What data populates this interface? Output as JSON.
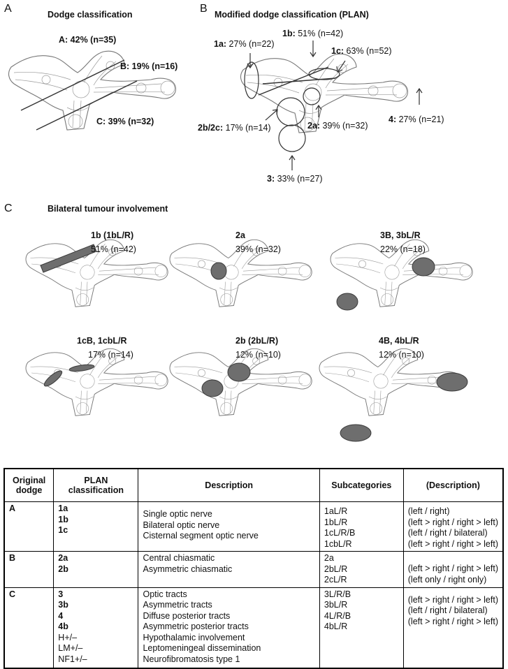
{
  "panelA": {
    "letter": "A",
    "title": "Dodge classification",
    "labels": {
      "a": "A: 42% (n=35)",
      "b": "B: 19% (n=16)",
      "c": "C: 39% (n=32)"
    }
  },
  "panelB": {
    "letter": "B",
    "title": "Modified dodge classification (PLAN)",
    "labels": [
      {
        "code": "1a:",
        "value": " 27% (n=22)"
      },
      {
        "code": "1b:",
        "value": " 51% (n=42)"
      },
      {
        "code": "1c:",
        "value": " 63% (n=52)"
      },
      {
        "code": "2b/2c:",
        "value": " 17% (n=14)"
      },
      {
        "code": "2a:",
        "value": " 39% (n=32)"
      },
      {
        "code": "4:",
        "value": " 27% (n=21)"
      },
      {
        "code": "3:",
        "value": " 33% (n=27)"
      }
    ]
  },
  "panelC": {
    "letter": "C",
    "title": "Bilateral tumour involvement",
    "items": [
      {
        "code": "1b (1bL/R)",
        "value": "51% (n=42)"
      },
      {
        "code": "2a",
        "value": "39% (n=32)"
      },
      {
        "code": "3B, 3bL/R",
        "value": "22% (n=18)"
      },
      {
        "code": "1cB, 1cbL/R",
        "value": "17% (n=14)"
      },
      {
        "code": "2b (2bL/R)",
        "value": "12% (n=10)"
      },
      {
        "code": "4B, 4bL/R",
        "value": "12% (n=10)"
      }
    ]
  },
  "table": {
    "headers": [
      "Original dodge",
      "PLAN classification",
      "Description",
      "Subcategories",
      "(Description)"
    ],
    "rows": [
      {
        "dodge": "A",
        "plan": [
          "1a",
          "1b",
          "1c"
        ],
        "description": [
          "Single optic nerve",
          "Bilateral optic nerve",
          "Cisternal segment optic nerve"
        ],
        "subcategories": [
          "1aL/R",
          "1bL/R",
          "1cL/R/B",
          "1cbL/R"
        ],
        "sub_description": [
          "(left / right)",
          "(left > right / right > left)",
          "(left / right / bilateral)",
          "(left > right / right > left)"
        ]
      },
      {
        "dodge": "B",
        "plan": [
          "2a",
          "2b"
        ],
        "description": [
          "Central chiasmatic",
          "Asymmetric chiasmatic"
        ],
        "subcategories": [
          "2a",
          "2bL/R",
          "2cL/R"
        ],
        "sub_description": [
          "(left > right / right > left)",
          "(left only / right only)"
        ]
      },
      {
        "dodge": "C",
        "plan": [
          "3",
          "3b",
          "4",
          "4b",
          "H+/–",
          "LM+/–",
          "NF1+/–"
        ],
        "description": [
          "Optic tracts",
          "Asymmetric tracts",
          "Diffuse posterior tracts",
          "Asymmetric posterior tracts",
          "Hypothalamic involvement",
          "Leptomeningeal dissemination",
          "Neurofibromatosis type 1"
        ],
        "subcategories": [
          "3L/R/B",
          "3bL/R",
          "4L/R/B",
          "4bL/R"
        ],
        "sub_description": [
          "(left > right / right > left)",
          "(left / right / bilateral)",
          "(left > right / right > left)"
        ]
      }
    ]
  }
}
